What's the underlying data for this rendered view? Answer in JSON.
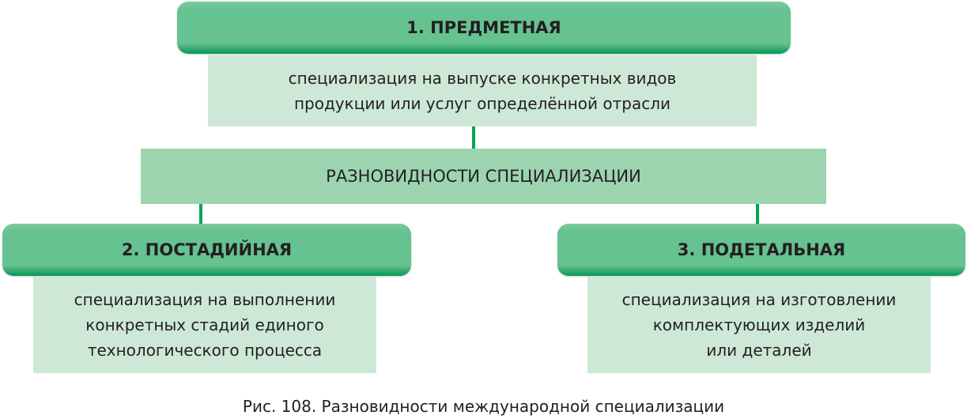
{
  "types": [
    {
      "title": "1. ПРЕДМЕТНАЯ",
      "description": "специализация на выпуске конкретных видов\nпродукции или услуг определённой отрасли"
    },
    {
      "title": "2. ПОСТАДИЙНАЯ",
      "description": "специализация на выполнении\nконкретных стадий единого\nтехнологического процесса"
    },
    {
      "title": "3. ПОДЕТАЛЬНАЯ",
      "description": "специализация на изготовлении\nкомплектующих изделий\nили деталей"
    }
  ],
  "center": "РАЗНОВИДНОСТИ СПЕЦИАЛИЗАЦИИ",
  "caption": "Рис. 108. Разновидности международной специализации",
  "colors": {
    "header": "#66c290",
    "description": "#cde8d6",
    "center": "#9dd4b0",
    "connector": "#00a651"
  }
}
